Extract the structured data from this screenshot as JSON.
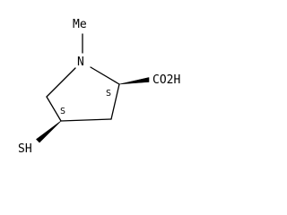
{
  "molecule": {
    "atoms": {
      "methyl": "Me",
      "nitrogen": "N",
      "carboxyl": "CO2H",
      "thiol": "SH"
    },
    "stereo": {
      "c2": "S",
      "c4": "S"
    }
  },
  "colors": {
    "ink": "#000000",
    "background": "#ffffff"
  }
}
